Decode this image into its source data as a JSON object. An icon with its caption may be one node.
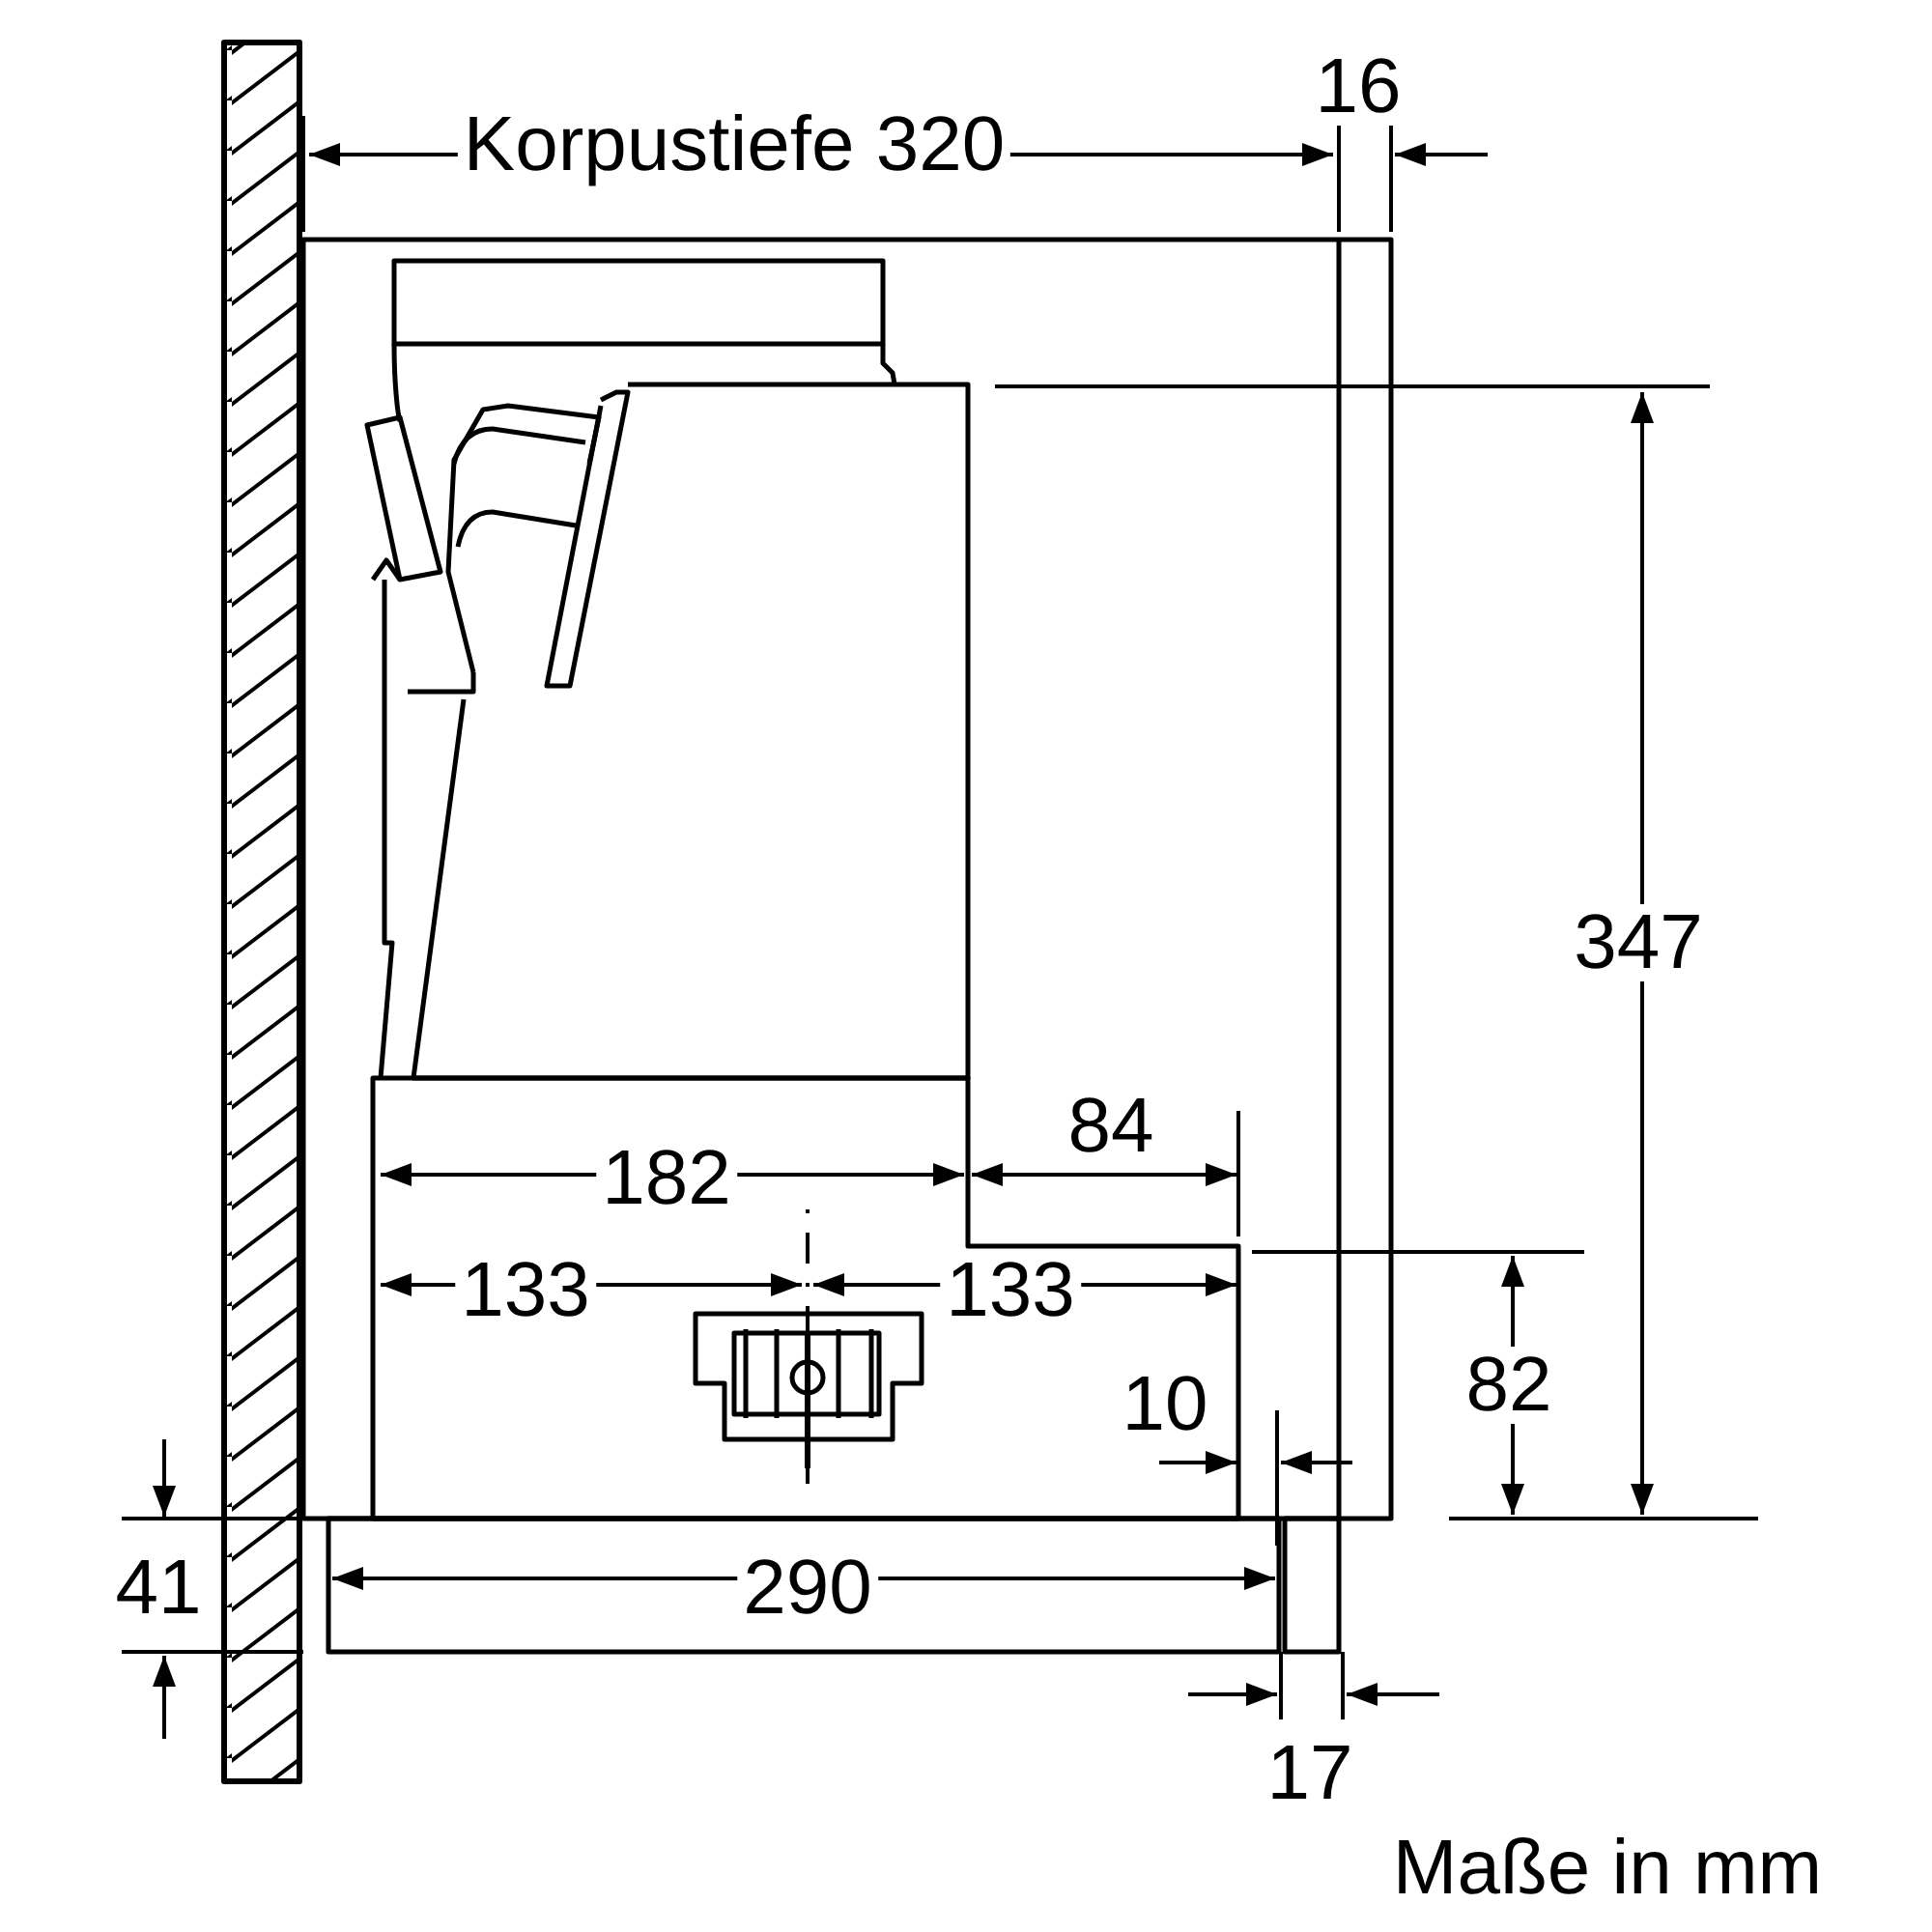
{
  "diagram": {
    "labels": [
      "Korpustiefe 320",
      "16",
      "347",
      "182",
      "84",
      "133",
      "133",
      "10",
      "82",
      "41",
      "290",
      "17",
      "Maße in mm"
    ]
  }
}
